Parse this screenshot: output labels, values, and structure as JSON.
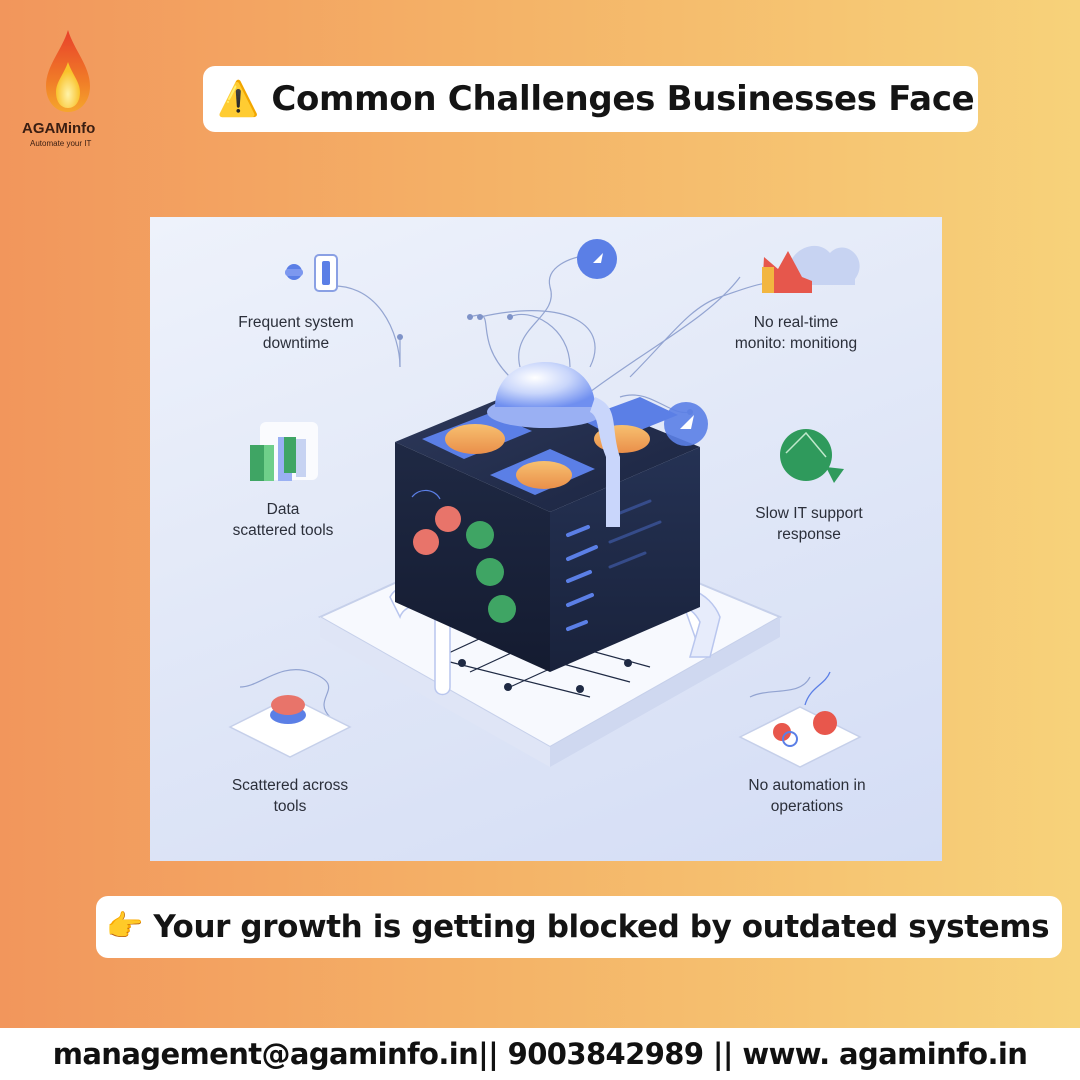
{
  "brand": {
    "name": "AGAMinfo",
    "tagline": "Automate your IT",
    "logo_icon": "flame-icon",
    "colors": {
      "flame_outer": "#e8402a",
      "flame_inner": "#f9c22b"
    }
  },
  "header": {
    "icon": "warning-icon",
    "icon_glyph": "⚠️",
    "title": "Common Challenges Businesses Face"
  },
  "illustration": {
    "labels": [
      {
        "id": "downtime",
        "text": "Frequent system\ndowntime"
      },
      {
        "id": "monitoring",
        "text": "No real-time\nmonito: monitiong"
      },
      {
        "id": "data",
        "text": "Data\nscattered tools"
      },
      {
        "id": "support",
        "text": "Slow IT support\nresponse"
      },
      {
        "id": "scattered",
        "text": "Scattered across\ntools"
      },
      {
        "id": "automation",
        "text": "No automation in\noperations"
      }
    ]
  },
  "cta": {
    "icon": "pointing-hand-icon",
    "icon_glyph": "👉",
    "text": "Your growth is getting blocked by outdated systems"
  },
  "footer": {
    "contact": "management@agaminfo.in|| 9003842989 || www. agaminfo.in"
  },
  "colors": {
    "background_left": "#f2965c",
    "background_right": "#f7d27a",
    "panel": "#e4eaf8",
    "cube": "#1f2a44",
    "accent_blue": "#5b7fe6"
  }
}
